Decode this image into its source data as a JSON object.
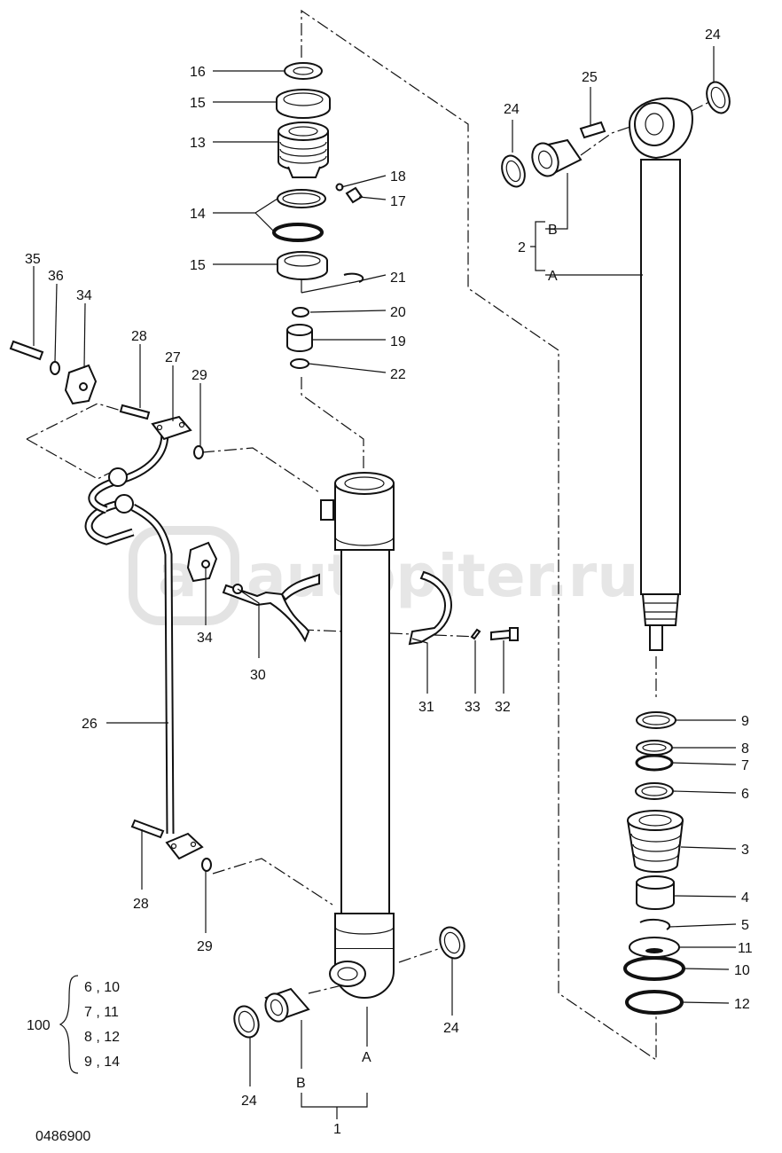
{
  "watermark": {
    "text": "autopiter.ru",
    "logo_glyph": "a"
  },
  "drawing_number": "0486900",
  "callouts": {
    "c16": "16",
    "c15a": "15",
    "c13": "13",
    "c18": "18",
    "c17": "17",
    "c14": "14",
    "c15b": "15",
    "c21": "21",
    "c20": "20",
    "c19": "19",
    "c22": "22",
    "c35": "35",
    "c36": "36",
    "c34a": "34",
    "c28a": "28",
    "c27": "27",
    "c29a": "29",
    "c34b": "34",
    "c30": "30",
    "c31": "31",
    "c33": "33",
    "c32": "32",
    "c26": "26",
    "c28b": "28",
    "c29b": "29",
    "c24a": "24",
    "c24b": "24",
    "c24c": "24",
    "c24d": "24",
    "c25": "25",
    "c2": "2",
    "c2B": "B",
    "c2A": "A",
    "c9": "9",
    "c8": "8",
    "c7": "7",
    "c6": "6",
    "c3": "3",
    "c4": "4",
    "c5": "5",
    "c11": "11",
    "c10": "10",
    "c12": "12",
    "c1": "1",
    "c1B": "B",
    "c1A": "A"
  },
  "kit_table": {
    "label": "100",
    "rows": [
      "6 , 10",
      "7 , 11",
      "8 , 12",
      "9 , 14"
    ]
  }
}
